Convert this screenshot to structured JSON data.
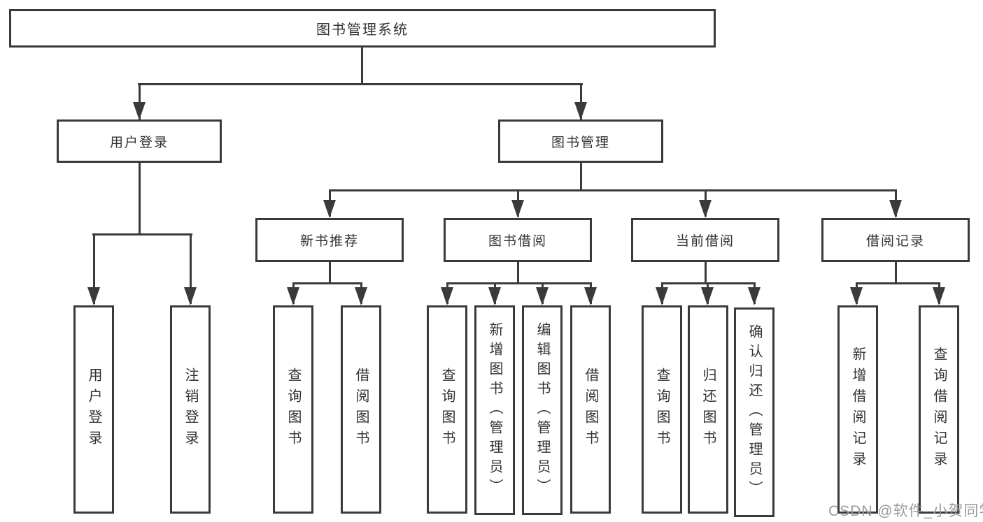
{
  "tree": {
    "root": {
      "label": "图书管理系统",
      "children": [
        {
          "label": "用户登录",
          "children": [
            {
              "label": "用户登录"
            },
            {
              "label": "注销登录"
            }
          ]
        },
        {
          "label": "图书管理",
          "children": [
            {
              "label": "新书推荐",
              "children": [
                {
                  "label": "查询图书"
                },
                {
                  "label": "借阅图书"
                }
              ]
            },
            {
              "label": "图书借阅",
              "children": [
                {
                  "label": "查询图书"
                },
                {
                  "label": "新增图书（管理员）"
                },
                {
                  "label": "编辑图书（管理员）"
                },
                {
                  "label": "借阅图书"
                }
              ]
            },
            {
              "label": "当前借阅",
              "children": [
                {
                  "label": "查询图书"
                },
                {
                  "label": "归还图书"
                },
                {
                  "label": "确认归还（管理员）"
                }
              ]
            },
            {
              "label": "借阅记录",
              "children": [
                {
                  "label": "新增借阅记录"
                },
                {
                  "label": "查询借阅记录"
                }
              ]
            }
          ]
        }
      ]
    }
  },
  "watermark": "CSDN @软件_小贺同学",
  "colors": {
    "line": "#3a3a3a",
    "text": "#333333",
    "watermark": "#9a9a9a",
    "background": "#ffffff"
  }
}
